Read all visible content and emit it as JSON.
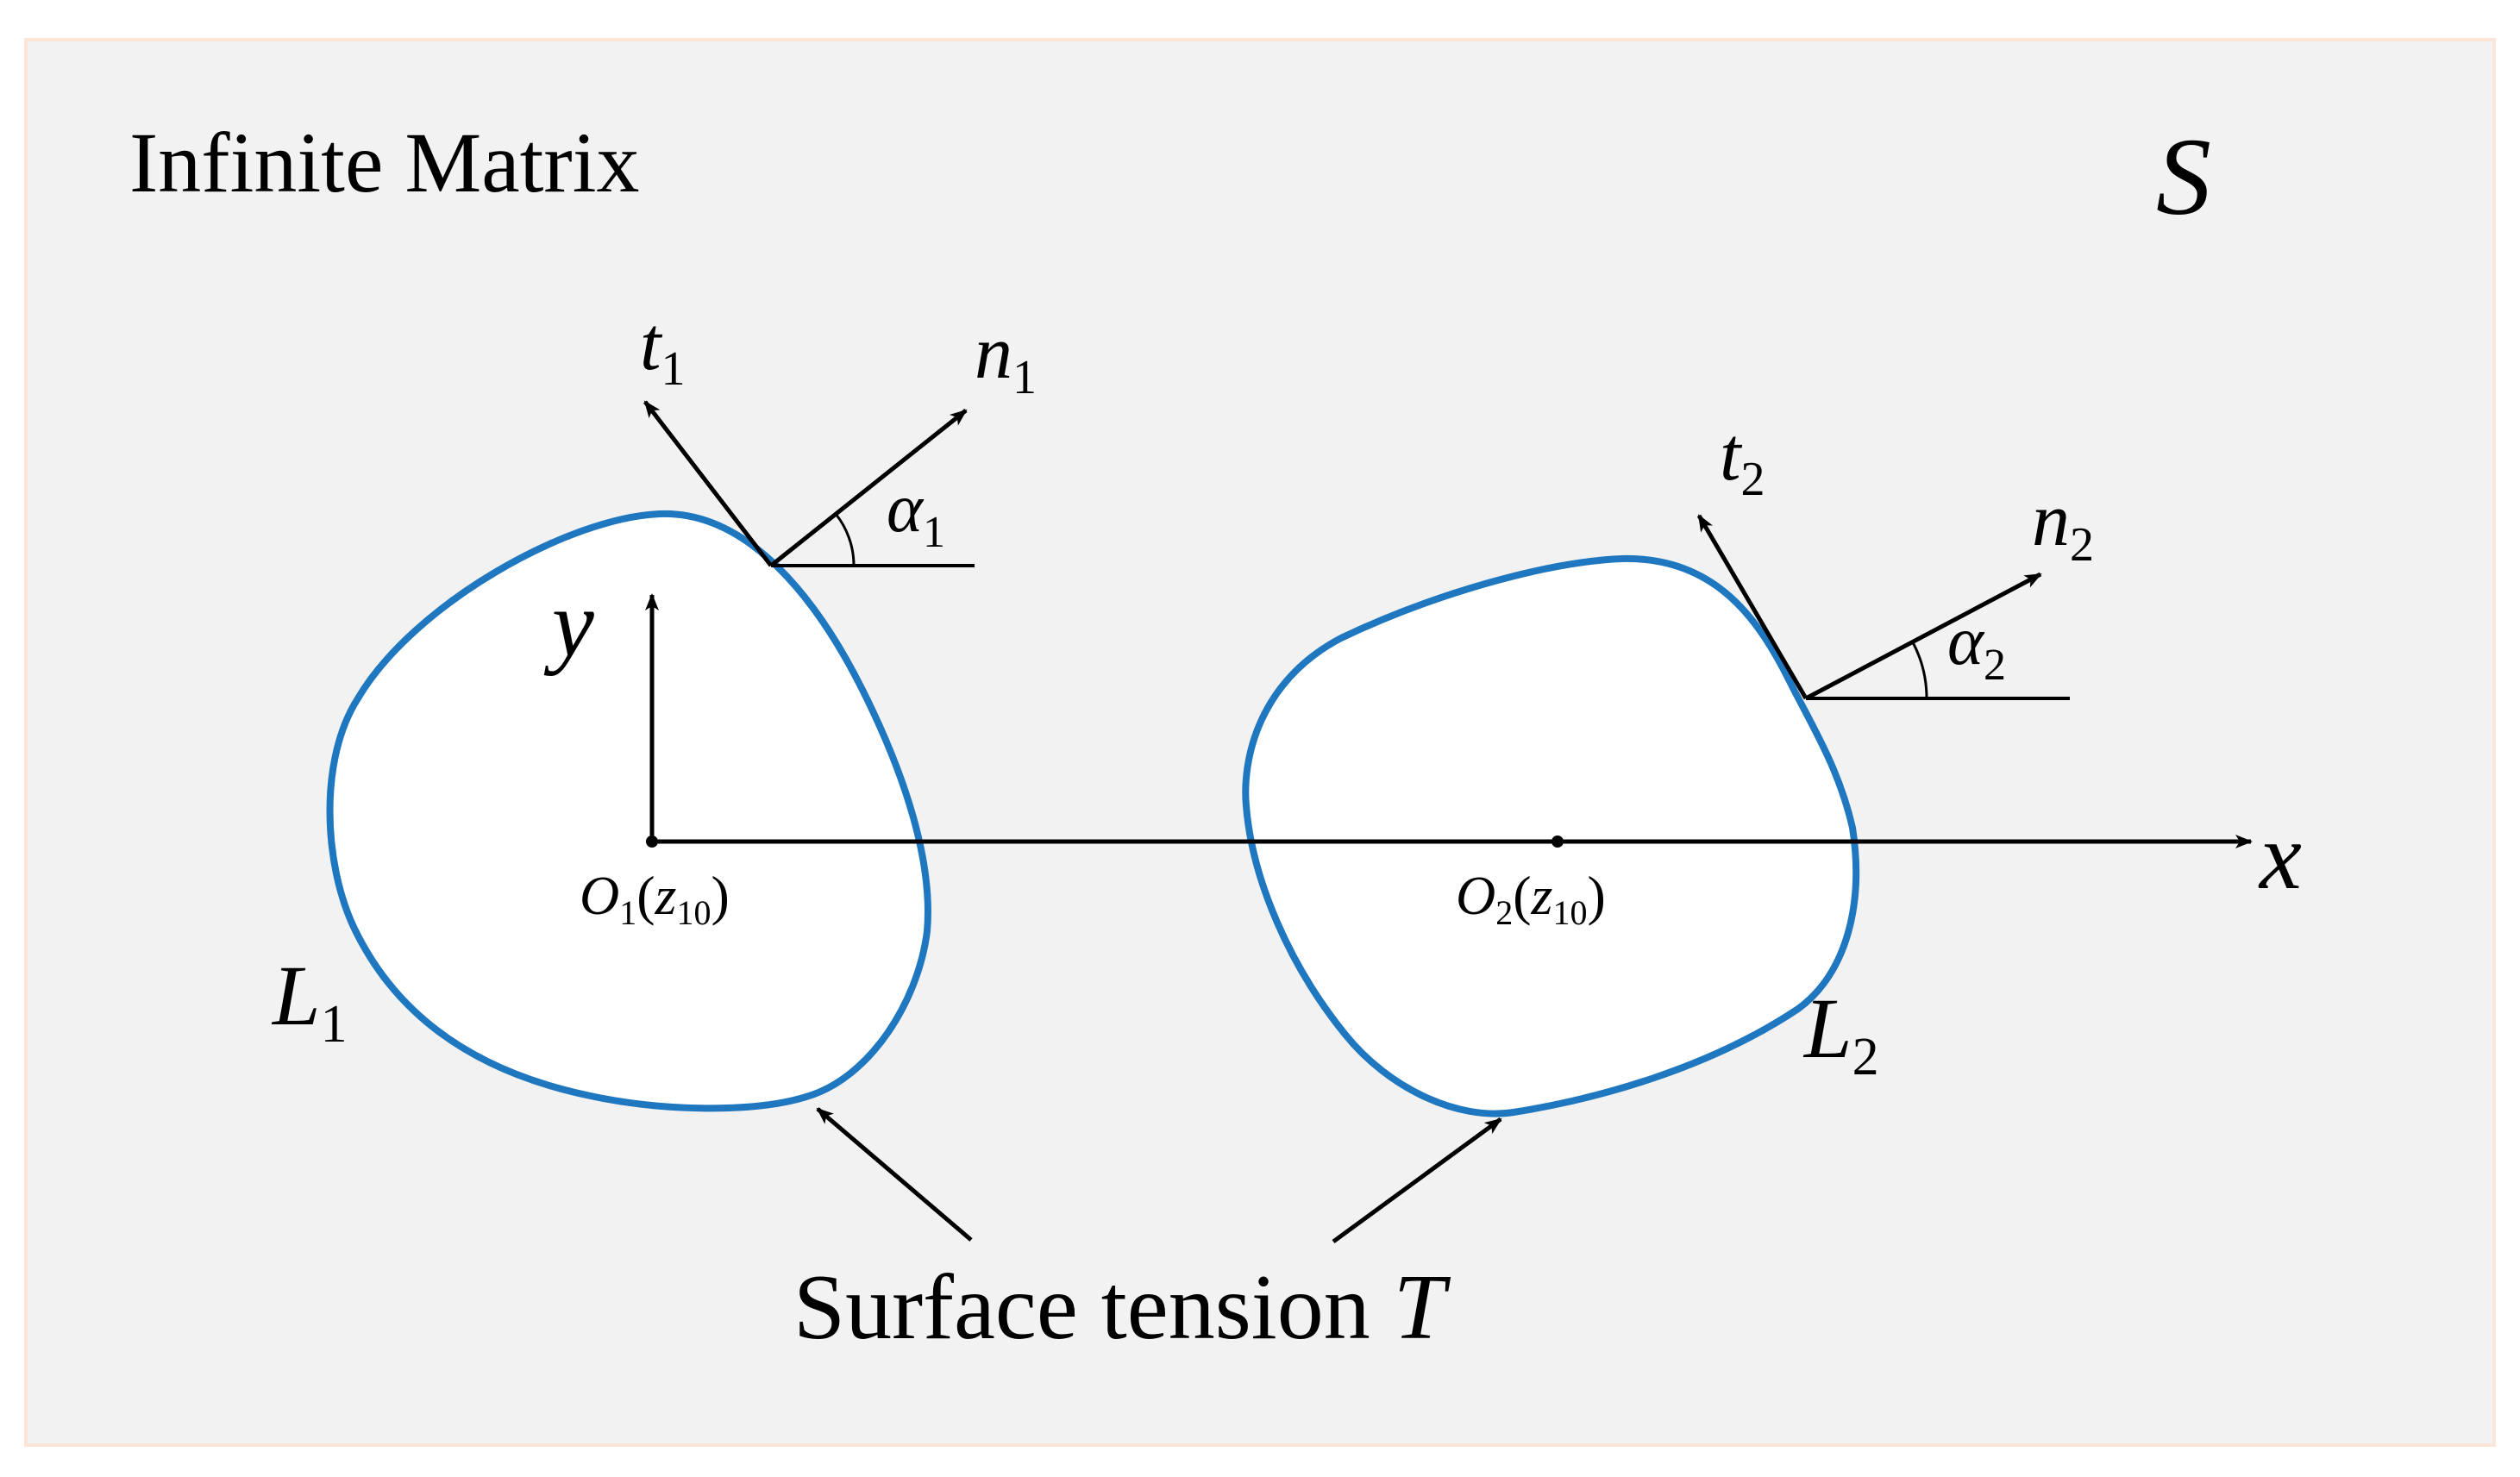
{
  "colors": {
    "panel_fill": "#f2f2f2",
    "panel_border": "#fbe5d6",
    "inclusion_outline": "#1f77c0",
    "inclusion_fill": "#ffffff",
    "ink": "#000000"
  },
  "labels": {
    "region": "Infinite Matrix",
    "domain_symbol": "S",
    "axis_x": "x",
    "axis_y": "y",
    "caption_prefix": "Surface tension ",
    "caption_symbol": "T"
  },
  "inclusion_1": {
    "contour_letter": "L",
    "contour_index": "1",
    "center_letter": "O",
    "center_index": "1",
    "center_coord_letter": "z",
    "center_coord_index": "10",
    "tangent_letter": "t",
    "tangent_index": "1",
    "normal_letter": "n",
    "normal_index": "1",
    "angle_letter": "α",
    "angle_index": "1"
  },
  "inclusion_2": {
    "contour_letter": "L",
    "contour_index": "2",
    "center_letter": "O",
    "center_index": "2",
    "center_coord_letter": "z",
    "center_coord_index": "10",
    "tangent_letter": "t",
    "tangent_index": "2",
    "normal_letter": "n",
    "normal_index": "2",
    "angle_letter": "α",
    "angle_index": "2"
  }
}
